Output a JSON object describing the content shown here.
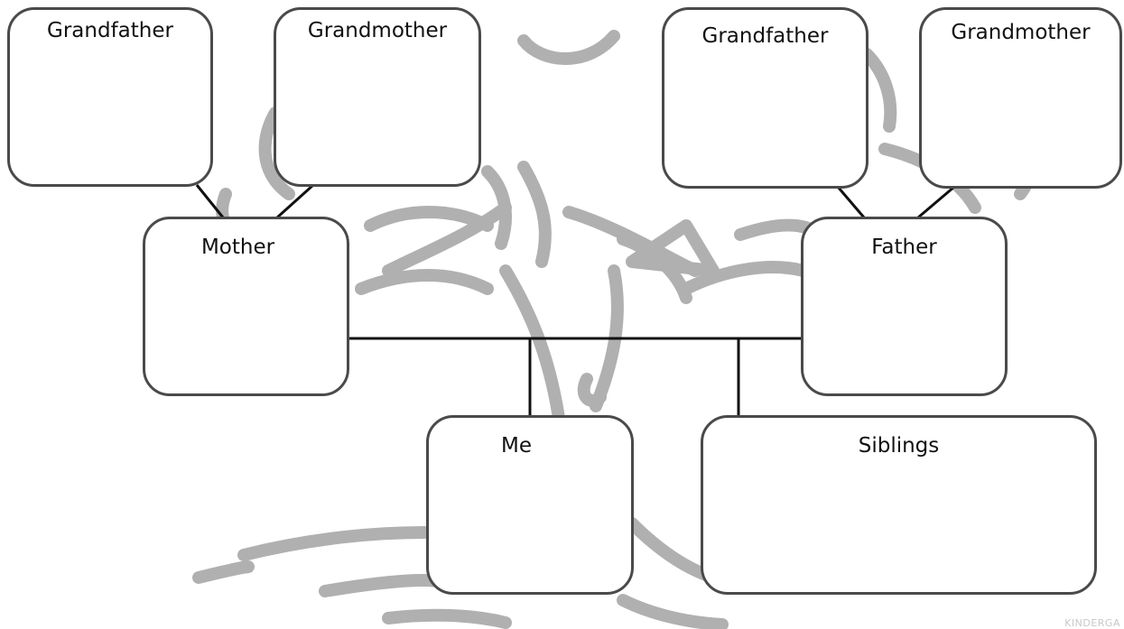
{
  "boxes": {
    "maternal_grandfather": "Grandfather",
    "maternal_grandmother": "Grandmother",
    "paternal_grandfather": "Grandfather",
    "paternal_grandmother": "Grandmother",
    "mother": "Mother",
    "father": "Father",
    "me": "Me",
    "siblings": "Siblings"
  },
  "watermark": "KINDERGA",
  "colors": {
    "box_border": "#4a4a4a",
    "connector": "#111111",
    "tree_outline": "#b0b0b0"
  }
}
